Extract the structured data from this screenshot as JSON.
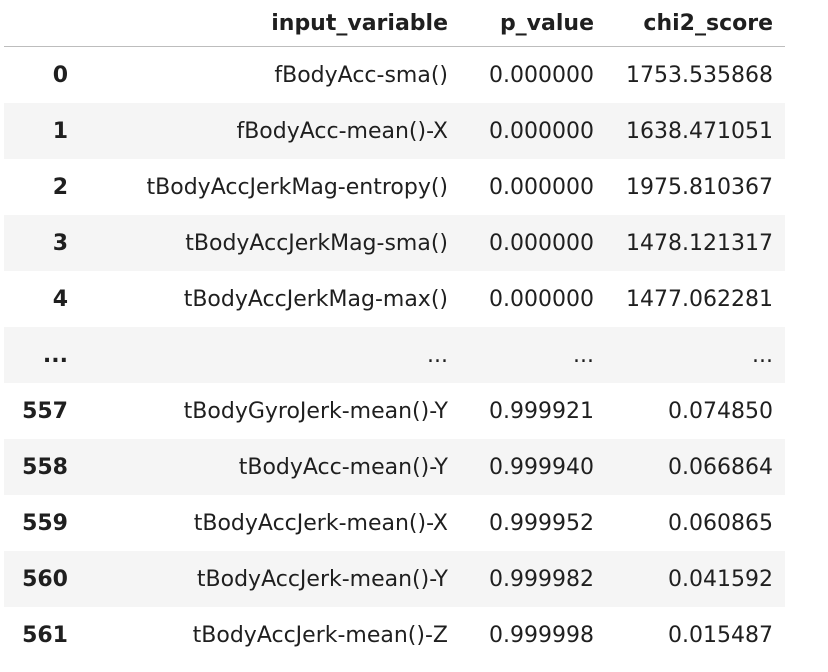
{
  "table": {
    "index_header": "",
    "columns": [
      "input_variable",
      "p_value",
      "chi2_score"
    ],
    "rows": [
      {
        "index": "0",
        "input_variable": "fBodyAcc-sma()",
        "p_value": "0.000000",
        "chi2_score": "1753.535868"
      },
      {
        "index": "1",
        "input_variable": "fBodyAcc-mean()-X",
        "p_value": "0.000000",
        "chi2_score": "1638.471051"
      },
      {
        "index": "2",
        "input_variable": "tBodyAccJerkMag-entropy()",
        "p_value": "0.000000",
        "chi2_score": "1975.810367"
      },
      {
        "index": "3",
        "input_variable": "tBodyAccJerkMag-sma()",
        "p_value": "0.000000",
        "chi2_score": "1478.121317"
      },
      {
        "index": "4",
        "input_variable": "tBodyAccJerkMag-max()",
        "p_value": "0.000000",
        "chi2_score": "1477.062281"
      },
      {
        "index": "...",
        "input_variable": "...",
        "p_value": "...",
        "chi2_score": "..."
      },
      {
        "index": "557",
        "input_variable": "tBodyGyroJerk-mean()-Y",
        "p_value": "0.999921",
        "chi2_score": "0.074850"
      },
      {
        "index": "558",
        "input_variable": "tBodyAcc-mean()-Y",
        "p_value": "0.999940",
        "chi2_score": "0.066864"
      },
      {
        "index": "559",
        "input_variable": "tBodyAccJerk-mean()-X",
        "p_value": "0.999952",
        "chi2_score": "0.060865"
      },
      {
        "index": "560",
        "input_variable": "tBodyAccJerk-mean()-Y",
        "p_value": "0.999982",
        "chi2_score": "0.041592"
      },
      {
        "index": "561",
        "input_variable": "tBodyAccJerk-mean()-Z",
        "p_value": "0.999998",
        "chi2_score": "0.015487"
      }
    ]
  }
}
